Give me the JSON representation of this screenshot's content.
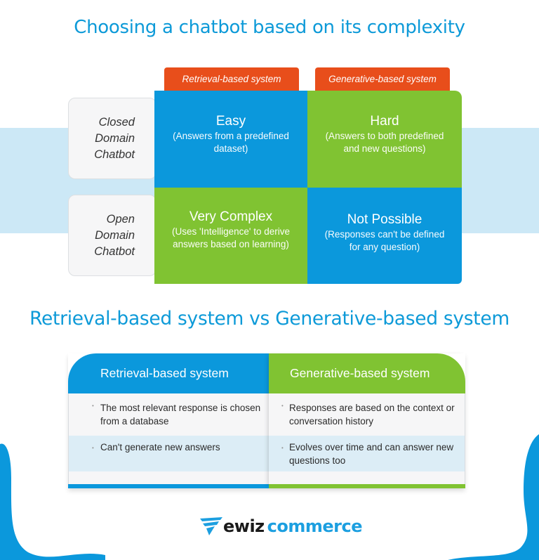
{
  "titles": {
    "top": "Choosing a chatbot based on its complexity",
    "bottom": "Retrieval-based system vs Generative-based system"
  },
  "matrix": {
    "columns": [
      "Retrieval-based system",
      "Generative-based system"
    ],
    "rows": [
      {
        "label": "Closed Domain Chatbot",
        "label_lines": [
          "Closed",
          "Domain",
          "Chatbot"
        ]
      },
      {
        "label": "Open Domain Chatbot",
        "label_lines": [
          "Open",
          "Domain",
          "Chatbot"
        ]
      }
    ],
    "cells": [
      {
        "row": 0,
        "col": 0,
        "heading": "Easy",
        "desc": "(Answers from a predefined dataset)",
        "color": "#0b98dc"
      },
      {
        "row": 0,
        "col": 1,
        "heading": "Hard",
        "desc": "(Answers to both predefined and new questions)",
        "color": "#80c332"
      },
      {
        "row": 1,
        "col": 0,
        "heading": "Very Complex",
        "desc": "(Uses 'Intelligence' to derive answers based on learning)",
        "color": "#80c332"
      },
      {
        "row": 1,
        "col": 1,
        "heading": "Not Possible",
        "desc": "(Responses can't be defined for any question)",
        "color": "#0b98dc"
      }
    ]
  },
  "comparison": {
    "retrieval": {
      "heading": "Retrieval-based system",
      "points": [
        "The most relevant response is chosen from a database",
        "Can't generate new answers"
      ]
    },
    "generative": {
      "heading": "Generative-based system",
      "points": [
        "Responses are based on the context or conversation history",
        "Evolves over time and can answer new questions too"
      ]
    }
  },
  "colors": {
    "title_blue": "#0d9ad8",
    "blue": "#0b98dc",
    "green": "#80c332",
    "orange": "#e84e1b",
    "band": "#cce8f6"
  },
  "logo": {
    "part1": "ewiz",
    "part2": "commerce",
    "icon": "swoosh-icon"
  }
}
